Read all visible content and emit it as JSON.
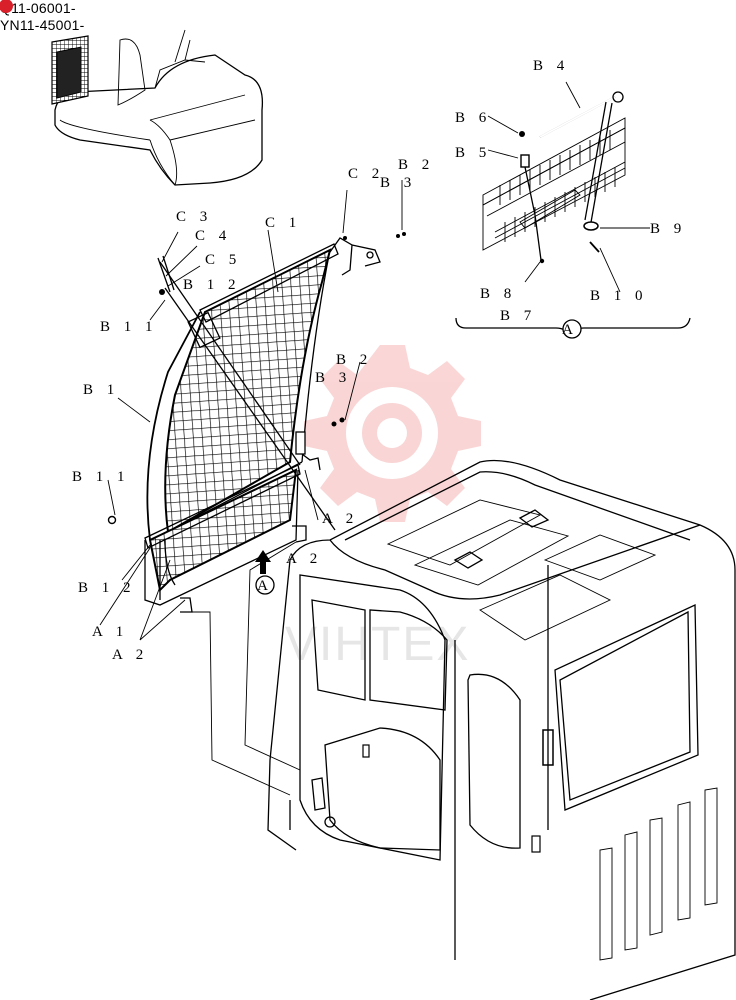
{
  "serial_numbers": [
    "Q11-06001-",
    "YN11-45001-"
  ],
  "watermark": "VIHTEX",
  "detail_marker": "A",
  "callouts": {
    "b4": "B 4",
    "b6": "B 6",
    "b5": "B 5",
    "b9": "B 9",
    "b8": "B 8",
    "b7": "B 7",
    "b10": "B 1 0",
    "c2": "C 2",
    "b2_top": "B 2",
    "b3_top": "B 3",
    "c3": "C 3",
    "c4": "C 4",
    "c5": "C 5",
    "c1": "C 1",
    "b12_top": "B 1 2",
    "b11_top": "B 1 1",
    "b1": "B 1",
    "b2_mid": "B 2",
    "b3_mid": "B 3",
    "b11_low": "B 1 1",
    "a2_mid": "A 2",
    "a2_arrow": "A 2",
    "b12_low": "B 1 2",
    "a1": "A 1",
    "a2_low": "A 2"
  },
  "colors": {
    "line": "#000000",
    "watermark": "#f08a8a",
    "marker_dot": "#d9202a"
  }
}
